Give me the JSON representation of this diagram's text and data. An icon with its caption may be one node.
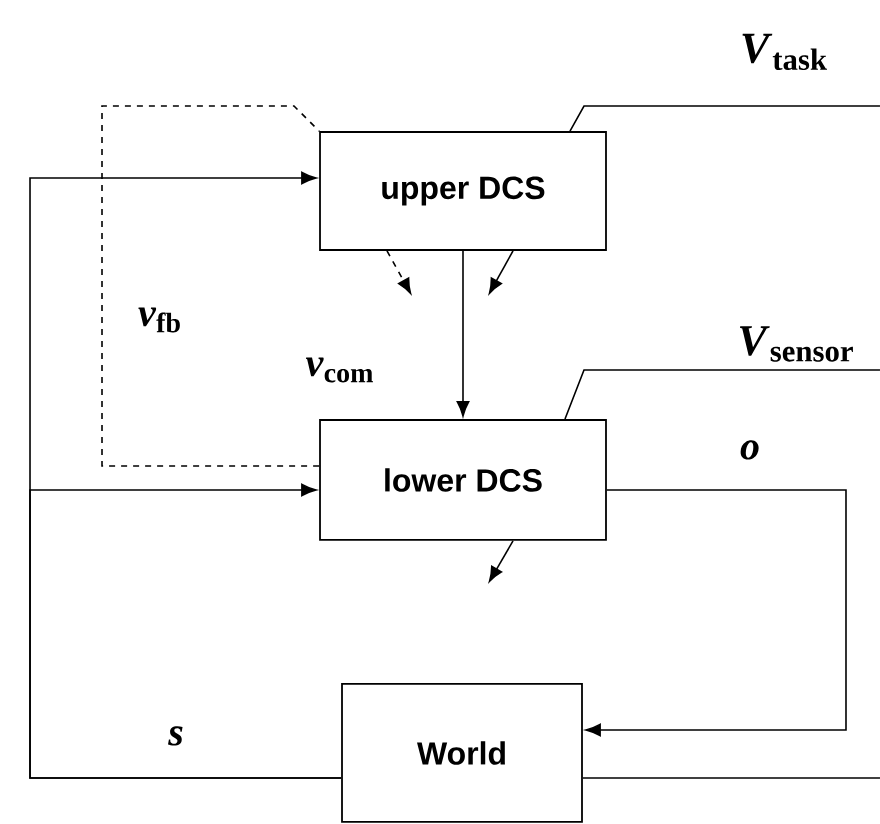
{
  "diagram": {
    "nodes": [
      {
        "text": [
          "upper DCS"
        ]
      },
      {
        "text": [
          "lower DCS"
        ]
      },
      {
        "text": [
          "World"
        ]
      }
    ],
    "edges": [
      {
        "from": 0,
        "to": 1,
        "arrow": "to",
        "label": "*v*$_{com}$"
      },
      {
        "from": 1,
        "to": 0,
        "arrow": "none",
        "style": "dashed",
        "label": "*v*$_{fb}$"
      },
      {
        "from": 2,
        "to": 0,
        "arrow": "to",
        "label": "s"
      },
      {
        "from": 2,
        "to": 1,
        "arrow": "to"
      },
      {
        "from": 1,
        "to": 2,
        "arrow": "to",
        "label": "o"
      },
      {
        "from": 0,
        "to": null,
        "arrow": "none",
        "label": "*V*$_{task}$"
      },
      {
        "from": 1,
        "to": null,
        "arrow": "none",
        "label": "*V*$_{sensor}$"
      },
      {
        "from": 2,
        "to": null,
        "arrow": "none"
      },
      {
        "from": 0,
        "to": null,
        "arrow": "to",
        "style": "dashed"
      },
      {
        "from": 0,
        "to": null,
        "arrow": "to"
      },
      {
        "from": 1,
        "to": null,
        "arrow": "to"
      }
    ]
  }
}
